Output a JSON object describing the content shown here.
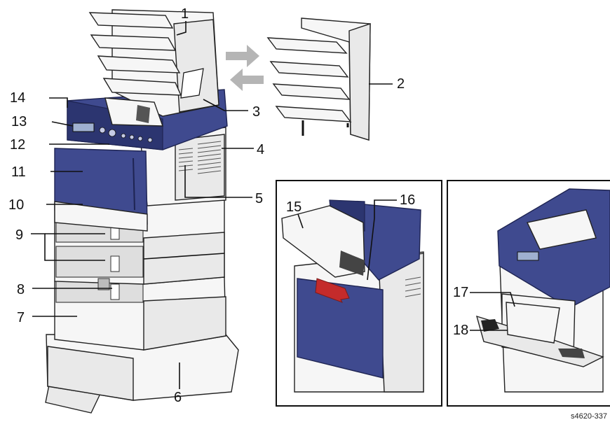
{
  "figure_id": "s4620-337",
  "colors": {
    "printer_blue": "#3f4a8f",
    "printer_blue_dark": "#2c3570",
    "body_white": "#f6f6f6",
    "arrow_gray": "#b5b5b5"
  },
  "callouts": [
    {
      "id": "1",
      "label": "1"
    },
    {
      "id": "2",
      "label": "2"
    },
    {
      "id": "3",
      "label": "3"
    },
    {
      "id": "4",
      "label": "4"
    },
    {
      "id": "5",
      "label": "5"
    },
    {
      "id": "6",
      "label": "6"
    },
    {
      "id": "7",
      "label": "7"
    },
    {
      "id": "8",
      "label": "8"
    },
    {
      "id": "9",
      "label": "9"
    },
    {
      "id": "10",
      "label": "10"
    },
    {
      "id": "11",
      "label": "11"
    },
    {
      "id": "12",
      "label": "12"
    },
    {
      "id": "13",
      "label": "13"
    },
    {
      "id": "14",
      "label": "14"
    },
    {
      "id": "15",
      "label": "15"
    },
    {
      "id": "16",
      "label": "16"
    },
    {
      "id": "17",
      "label": "17"
    },
    {
      "id": "18",
      "label": "18"
    }
  ]
}
